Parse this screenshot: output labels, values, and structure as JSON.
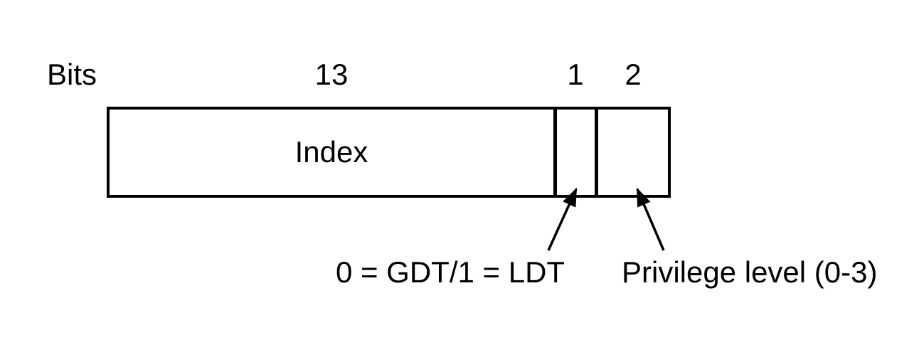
{
  "diagram": {
    "bits_caption": "Bits",
    "fields": [
      {
        "bits": "13",
        "label": "Index"
      },
      {
        "bits": "1",
        "label": ""
      },
      {
        "bits": "2",
        "label": ""
      }
    ],
    "annotations": [
      {
        "text": "0 = GDT/1 = LDT",
        "points_to": "ti-field"
      },
      {
        "text": "Privilege level (0-3)",
        "points_to": "rpl-field"
      }
    ],
    "colors": {
      "ink": "#000000",
      "background": "#ffffff"
    }
  }
}
